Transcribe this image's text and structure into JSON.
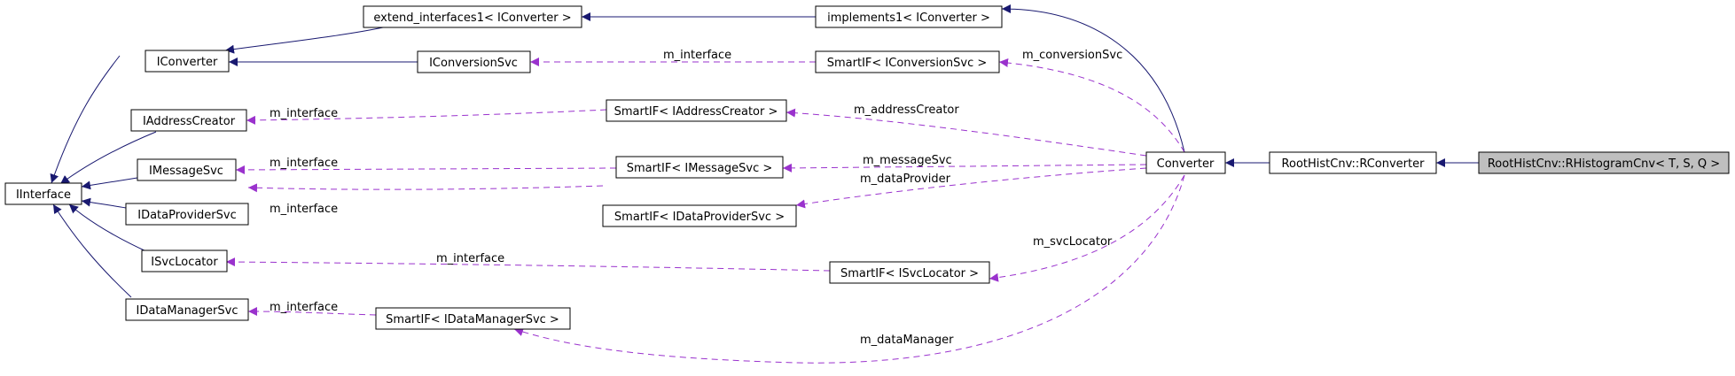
{
  "colors": {
    "inherit": "#191970",
    "usage": "#9a32cd",
    "highlight_fill": "#bfbfbf"
  },
  "nodes": {
    "iinterface": "IInterface",
    "iconverter": "IConverter",
    "iaddresscreator": "IAddressCreator",
    "imessagesvc": "IMessageSvc",
    "idataprovidersvc": "IDataProviderSvc",
    "isvclocator": "ISvcLocator",
    "idatamanagersvc": "IDataManagerSvc",
    "extend_interfaces1": "extend_interfaces1< IConverter >",
    "iconversionsvc": "IConversionSvc",
    "implements1": "implements1< IConverter >",
    "smartif_iconversionsvc": "SmartIF< IConversionSvc >",
    "smartif_iaddresscreator": "SmartIF< IAddressCreator >",
    "smartif_imessagesvc": "SmartIF< IMessageSvc >",
    "smartif_idataprovidersvc": "SmartIF< IDataProviderSvc >",
    "smartif_isvclocator": "SmartIF< ISvcLocator >",
    "smartif_idatamanagersvc": "SmartIF< IDataManagerSvc >",
    "converter": "Converter",
    "rconverter": "RootHistCnv::RConverter",
    "rhistogramcnv": "RootHistCnv::RHistogramCnv< T, S, Q >"
  },
  "edge_labels": {
    "m_interface_conversion": "m_interface",
    "m_interface_address": "m_interface",
    "m_interface_message": "m_interface",
    "m_interface_dataprovider": "m_interface",
    "m_interface_svclocator": "m_interface",
    "m_interface_datamanager": "m_interface",
    "m_conversionSvc": "m_conversionSvc",
    "m_addressCreator": "m_addressCreator",
    "m_messageSvc": "m_messageSvc",
    "m_dataProvider": "m_dataProvider",
    "m_svcLocator": "m_svcLocator",
    "m_dataManager": "m_dataManager"
  }
}
